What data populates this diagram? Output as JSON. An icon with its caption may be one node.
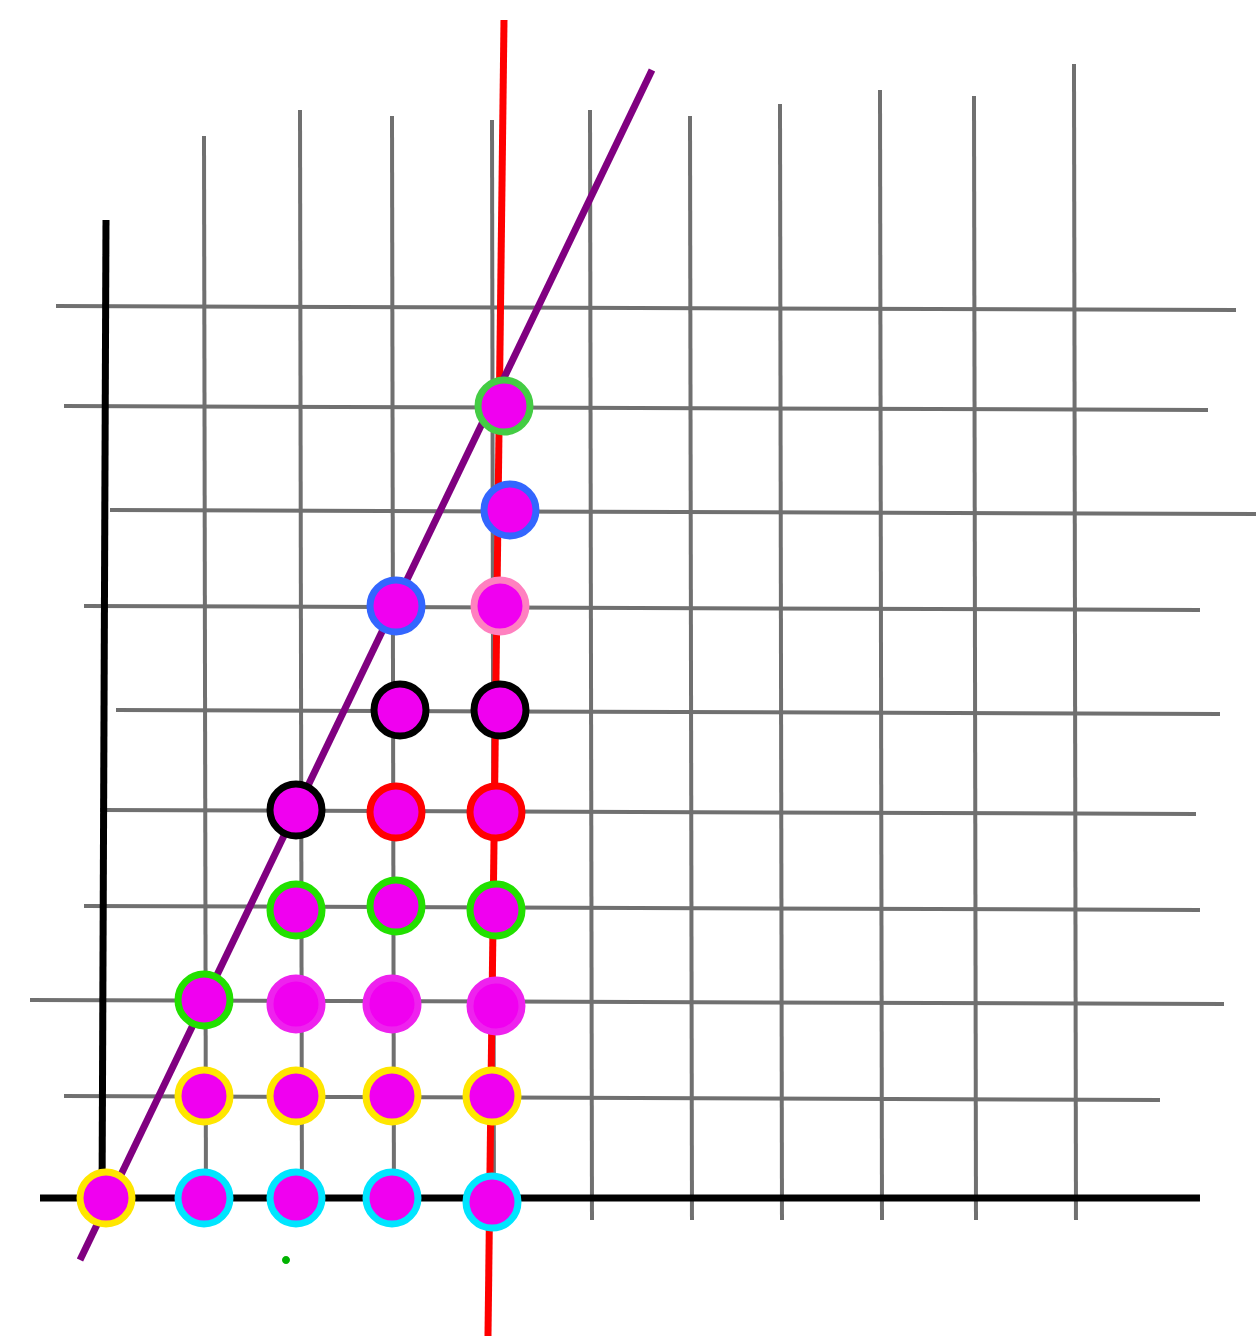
{
  "diagram": {
    "nodes": [
      {
        "text": [],
        "shape": "circle"
      },
      {
        "text": [],
        "shape": "circle"
      },
      {
        "text": [],
        "shape": "circle"
      },
      {
        "text": [],
        "shape": "circle"
      },
      {
        "text": [],
        "shape": "circle"
      },
      {
        "text": [],
        "shape": "circle"
      },
      {
        "text": [],
        "shape": "circle"
      },
      {
        "text": [],
        "shape": "circle"
      },
      {
        "text": [],
        "shape": "circle"
      },
      {
        "text": [],
        "shape": "circle"
      },
      {
        "text": [],
        "shape": "circle"
      },
      {
        "text": [],
        "shape": "circle"
      },
      {
        "text": [],
        "shape": "circle"
      },
      {
        "text": [],
        "shape": "circle"
      },
      {
        "text": [],
        "shape": "circle"
      },
      {
        "text": [],
        "shape": "circle"
      },
      {
        "text": [],
        "shape": "circle"
      },
      {
        "text": [],
        "shape": "circle"
      },
      {
        "text": [],
        "shape": "circle"
      },
      {
        "text": [],
        "shape": "circle"
      },
      {
        "text": [],
        "shape": "circle"
      },
      {
        "text": [],
        "shape": "circle"
      },
      {
        "text": [],
        "shape": "circle"
      },
      {
        "text": [],
        "shape": "circle"
      },
      {
        "text": [],
        "shape": "circle"
      }
    ]
  }
}
